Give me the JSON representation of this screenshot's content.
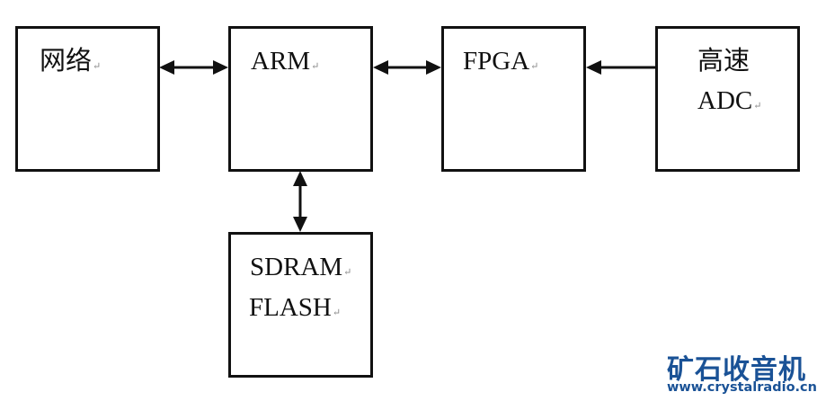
{
  "diagram": {
    "blocks": [
      {
        "id": "network",
        "lines": [
          "网络"
        ]
      },
      {
        "id": "arm",
        "lines": [
          "ARM"
        ]
      },
      {
        "id": "fpga",
        "lines": [
          "FPGA"
        ]
      },
      {
        "id": "adc",
        "lines": [
          "高速",
          "ADC"
        ]
      },
      {
        "id": "memory",
        "lines": [
          "SDRAM",
          "FLASH"
        ]
      }
    ],
    "connections": [
      {
        "from": "network",
        "to": "arm",
        "direction": "bidirectional"
      },
      {
        "from": "arm",
        "to": "fpga",
        "direction": "bidirectional"
      },
      {
        "from": "adc",
        "to": "fpga",
        "direction": "unidirectional"
      },
      {
        "from": "arm",
        "to": "memory",
        "direction": "bidirectional"
      }
    ],
    "paragraph_mark": "↵"
  },
  "watermark": {
    "title": "矿石收音机",
    "url": "www.crystalradio.cn",
    "color": "#1a5296"
  }
}
